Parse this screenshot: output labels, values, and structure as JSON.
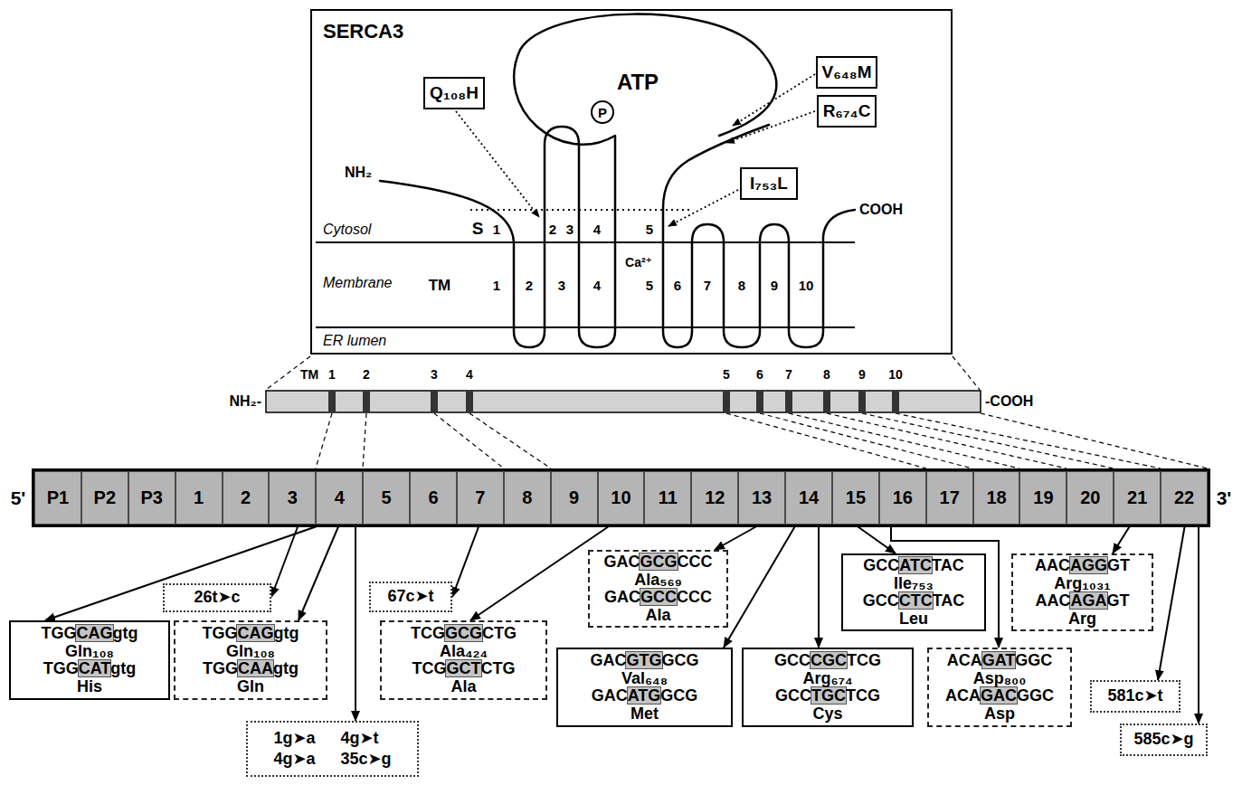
{
  "diagram": {
    "nodes": [
      {
        "text": [
          "SERCA3"
        ]
      },
      {
        "text": [
          "Q₁₀₈H"
        ],
        "in": 0
      },
      {
        "text": [
          "P"
        ],
        "in": 0
      },
      {
        "text": [
          "V₆₄₈M"
        ],
        "in": 0
      },
      {
        "text": [
          "R₆₇₄C"
        ],
        "in": 0
      },
      {
        "text": [
          "I₇₅₃L"
        ],
        "in": 0
      },
      {
        "text": [
          "P1"
        ]
      },
      {
        "text": [
          "P2"
        ]
      },
      {
        "text": [
          "P3"
        ]
      },
      {
        "text": [
          "1"
        ]
      },
      {
        "text": [
          "2"
        ]
      },
      {
        "text": [
          "3"
        ]
      },
      {
        "text": [
          "4"
        ]
      },
      {
        "text": [
          "5"
        ]
      },
      {
        "text": [
          "6"
        ]
      },
      {
        "text": [
          "7"
        ]
      },
      {
        "text": [
          "8"
        ]
      },
      {
        "text": [
          "9"
        ]
      },
      {
        "text": [
          "10"
        ]
      },
      {
        "text": [
          "11"
        ]
      },
      {
        "text": [
          "12"
        ]
      },
      {
        "text": [
          "13"
        ]
      },
      {
        "text": [
          "14"
        ]
      },
      {
        "text": [
          "15"
        ]
      },
      {
        "text": [
          "16"
        ]
      },
      {
        "text": [
          "17"
        ]
      },
      {
        "text": [
          "18"
        ]
      },
      {
        "text": [
          "19"
        ]
      },
      {
        "text": [
          "20"
        ]
      },
      {
        "text": [
          "21"
        ]
      },
      {
        "text": [
          "22"
        ]
      },
      {
        "text": [
          "26t➤c"
        ]
      },
      {
        "text": [
          "TGGCAGgtg",
          "Gln₁₀₈",
          "TGGCATgtg",
          "His"
        ]
      },
      {
        "text": [
          "TGGCAGgtg",
          "Gln₁₀₈",
          "TGGCAAgtg",
          "Gln"
        ]
      },
      {
        "text": [
          "67c➤t"
        ]
      },
      {
        "text": [
          "1g➤a",
          "4g➤t",
          "4g➤a",
          "35c➤g"
        ]
      },
      {
        "text": [
          "TCGGCGCTG",
          "Ala₄₂₄",
          "TCGGCTCTG",
          "Ala"
        ]
      },
      {
        "text": [
          "GACGCGCCC",
          "Ala₅₆₉",
          "GACGCCCCC",
          "Ala"
        ]
      },
      {
        "text": [
          "GACGTGGCG",
          "Val₆₄₈",
          "GACATGGCG",
          "Met"
        ]
      },
      {
        "text": [
          "GCCCGCTCG",
          "Arg₆₇₄",
          "GCCTGCTCG",
          "Cys"
        ]
      },
      {
        "text": [
          "GCCATCTAC",
          "Ile₇₅₃",
          "GCCCTCTAC",
          "Leu"
        ]
      },
      {
        "text": [
          "ACAGATGGC",
          "Asp₈₀₀",
          "ACAGACGGC",
          "Asp"
        ]
      },
      {
        "text": [
          "AACAGGGT",
          "Arg₁₀₃₁",
          "AACAGAGT",
          "Arg"
        ]
      },
      {
        "text": [
          "581c➤t"
        ]
      },
      {
        "text": [
          "585c➤g"
        ]
      }
    ],
    "edges": [
      {
        "from": 11,
        "to": 31,
        "arrow": "to"
      },
      {
        "from": 12,
        "to": 32,
        "arrow": "to"
      },
      {
        "from": 12,
        "to": 33,
        "arrow": "to"
      },
      {
        "from": 12,
        "to": 35,
        "arrow": "to"
      },
      {
        "from": 15,
        "to": 34,
        "arrow": "to"
      },
      {
        "from": 18,
        "to": 36,
        "arrow": "to"
      },
      {
        "from": 21,
        "to": 37,
        "arrow": "to"
      },
      {
        "from": 22,
        "to": 38,
        "arrow": "to"
      },
      {
        "from": 22,
        "to": 39,
        "arrow": "to"
      },
      {
        "from": 23,
        "to": 40,
        "arrow": "to"
      },
      {
        "from": 24,
        "to": 41,
        "arrow": "to"
      },
      {
        "from": 29,
        "to": 42,
        "arrow": "to"
      },
      {
        "from": 30,
        "to": 43,
        "arrow": "to"
      },
      {
        "from": 30,
        "to": 44,
        "arrow": "to"
      }
    ],
    "labels": [
      "NH₂",
      "ATP",
      "COOH",
      "Cytosol",
      "S",
      "1",
      "2",
      "3",
      "4",
      "5",
      "Ca²⁺",
      "Membrane",
      "TM",
      "1",
      "2",
      "3",
      "4",
      "5",
      "6",
      "7",
      "8",
      "9",
      "10",
      "ER lumen",
      "TM",
      "1",
      "2",
      "3",
      "4",
      "5",
      "6",
      "7",
      "8",
      "9",
      "10",
      "NH₂-",
      "-COOH",
      "5'",
      "3'"
    ]
  }
}
